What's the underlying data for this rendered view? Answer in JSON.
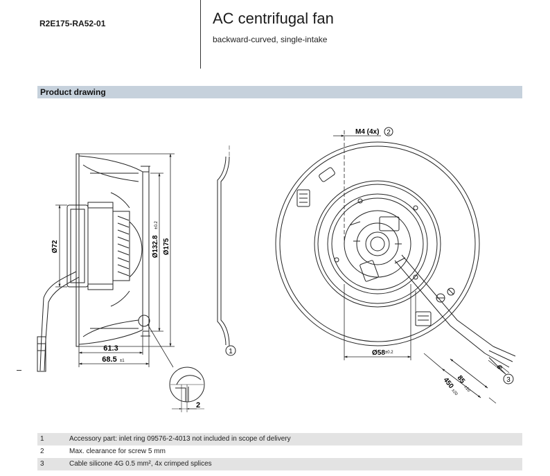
{
  "header": {
    "product_code": "R2E175-RA52-01",
    "title": "AC centrifugal fan",
    "subtitle": "backward-curved, single-intake"
  },
  "section": {
    "title": "Product drawing"
  },
  "drawing": {
    "dims": {
      "d72": "Ø72",
      "d132": "Ø132.8",
      "d132_tol": "±0.2",
      "d175": "Ø175",
      "l613": "61.3",
      "l685": "68.5",
      "l685_tol": "±1",
      "gap2": "2",
      "m4": "M4 (4x)",
      "d58": "Ø58",
      "d58_tol": "±0.2",
      "len6": "6",
      "len85": "85",
      "len85_tol": "±10",
      "len450": "450",
      "len450_tol": "±20"
    },
    "callouts": {
      "c1": "1",
      "c2": "2",
      "c3": "3"
    }
  },
  "notes": [
    {
      "num": "1",
      "text": "Accessory part: inlet ring 09576-2-4013 not included in scope of delivery"
    },
    {
      "num": "2",
      "text": "Max. clearance for screw 5 mm"
    },
    {
      "num": "3",
      "text": "Cable silicone 4G 0.5 mm², 4x crimped splices"
    }
  ]
}
